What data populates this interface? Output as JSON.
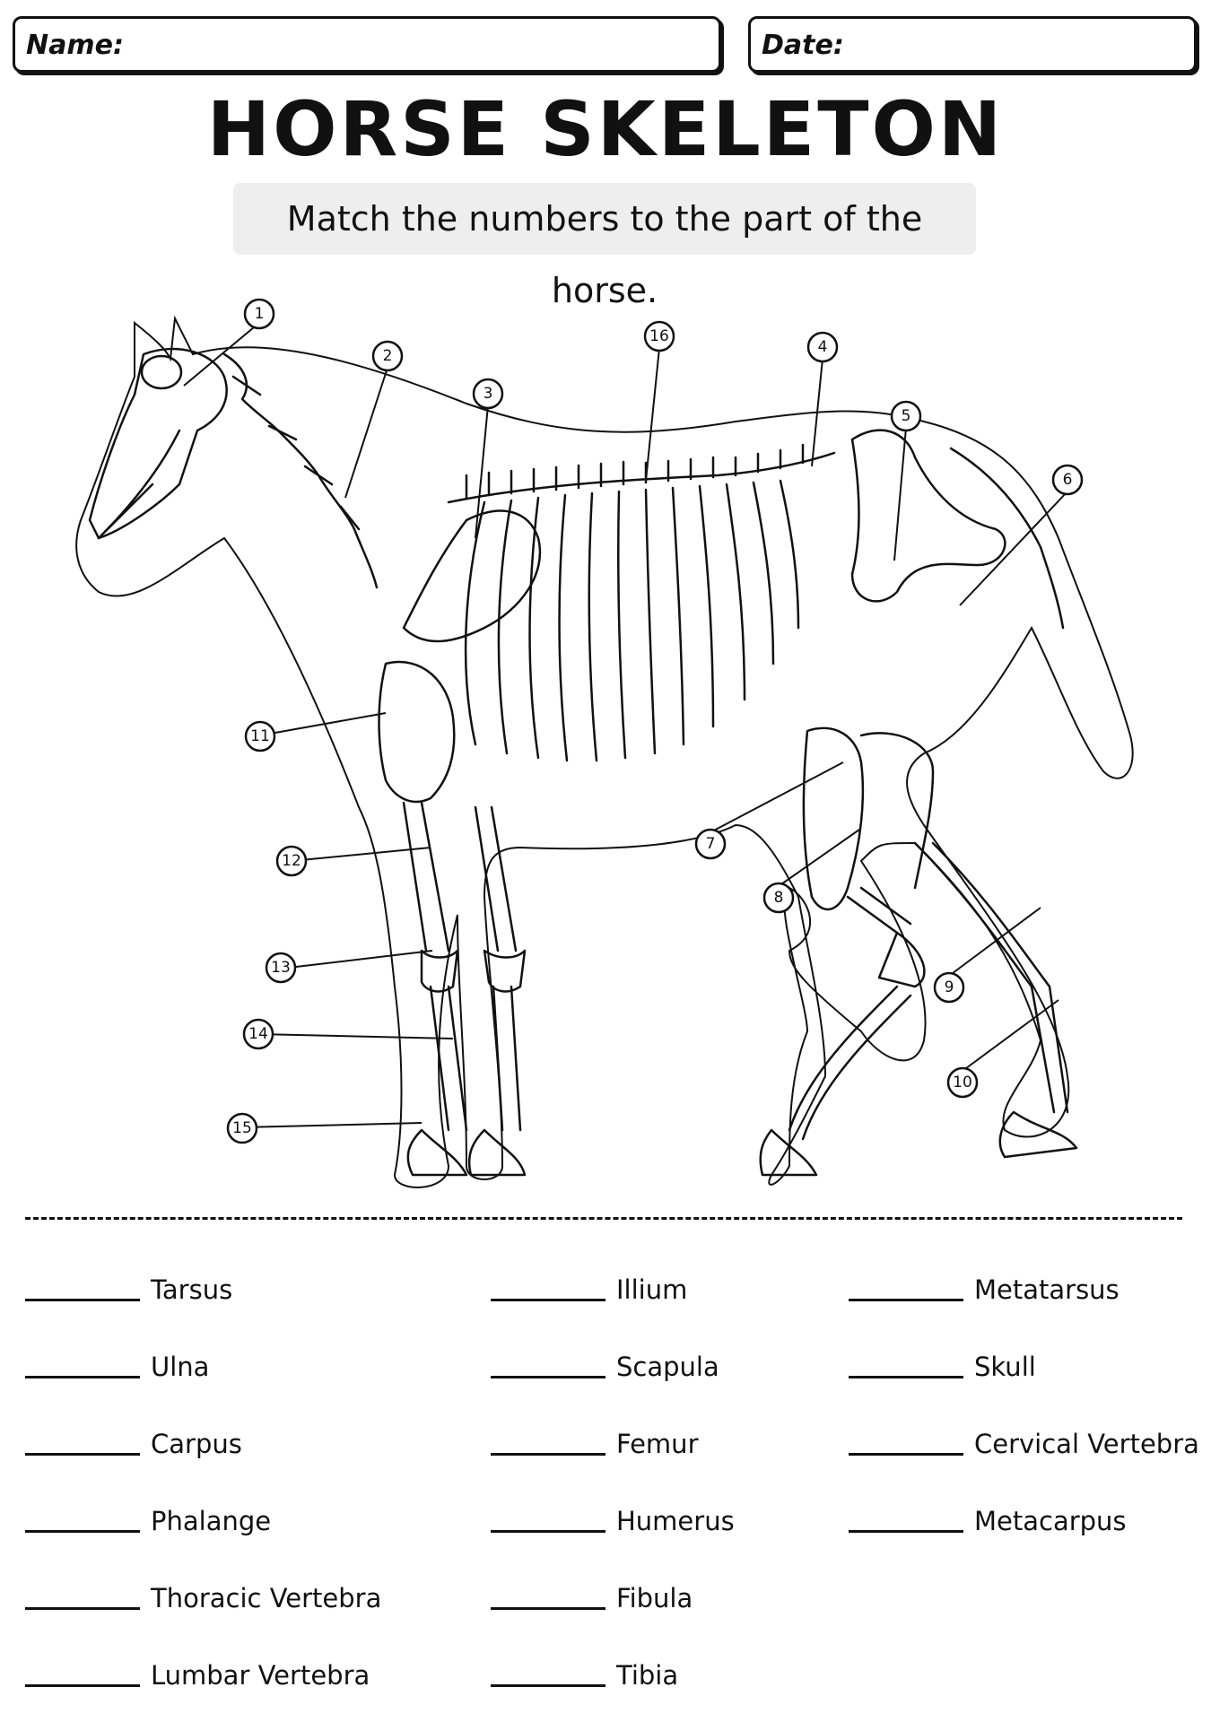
{
  "header": {
    "name_label": "Name:",
    "date_label": "Date:"
  },
  "title": "HORSE SKELETON WORKSHEET",
  "instruction": "Match the numbers to the part of the horse.",
  "callouts": [
    "1",
    "2",
    "3",
    "4",
    "5",
    "6",
    "7",
    "8",
    "9",
    "10",
    "11",
    "12",
    "13",
    "14",
    "15",
    "16"
  ],
  "answers": {
    "col1": [
      "Tarsus",
      "Ulna",
      "Carpus",
      "Phalange",
      "Thoracic Vertebra",
      "Lumbar Vertebra"
    ],
    "col2": [
      "Illium",
      "Scapula",
      "Femur",
      "Humerus",
      "Fibula",
      "Tibia"
    ],
    "col3": [
      "Metatarsus",
      "Skull",
      "Cervical Vertebra",
      "Metacarpus"
    ]
  }
}
